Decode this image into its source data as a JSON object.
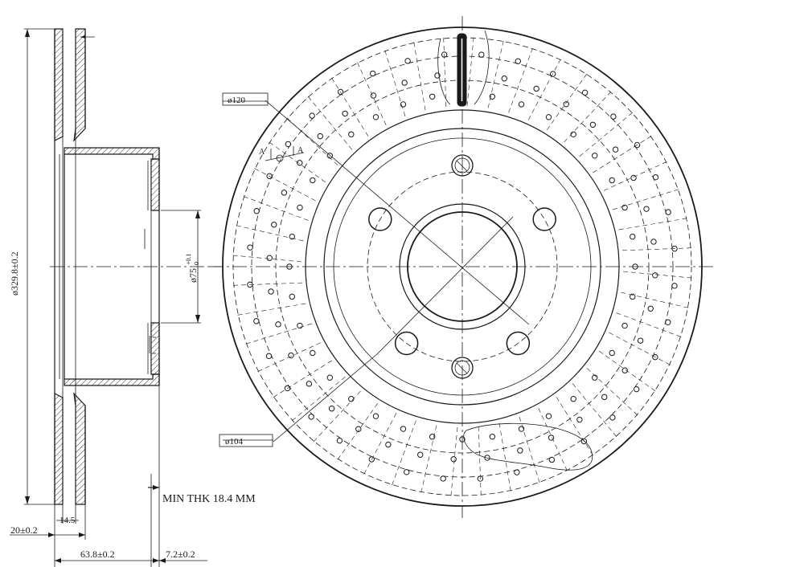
{
  "dimensions": {
    "outer_diameter": "ø329.8±0.2",
    "pilot_bore": "ø75",
    "pilot_bore_upper_tol": "+0.1",
    "pilot_bore_lower_tol": "0",
    "pcd_label": "ø120",
    "hub_label": "ø104",
    "min_thickness": "MIN THK 18.4 MM",
    "vane_width": "14.5",
    "disc_thickness": "20±0.2",
    "overall_height": "63.8±0.2",
    "hat_thickness": "7.2±0.2"
  },
  "section_marks": {
    "left": "A",
    "right": "A"
  },
  "colors": {
    "line": "#1a1a1a",
    "background": "#ffffff"
  }
}
